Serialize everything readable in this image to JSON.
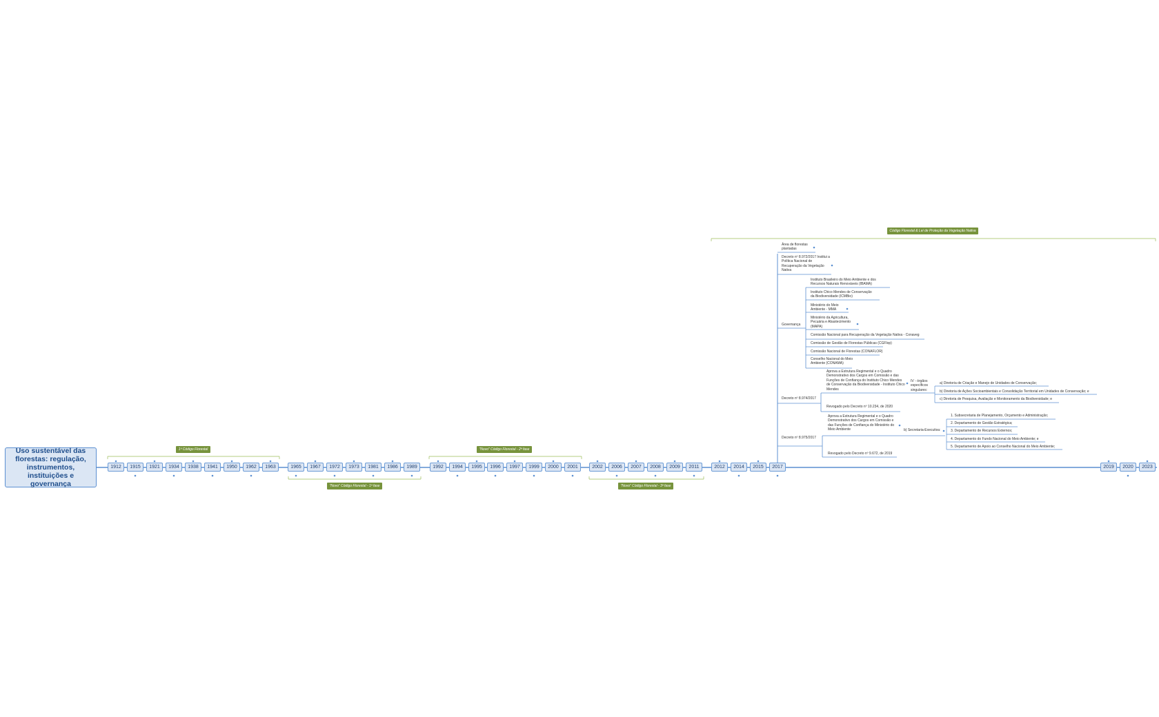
{
  "central_topic": "Uso sustentável das florestas: regulação, instrumentos, instituições e governança",
  "phases": [
    "1º Código Florestal",
    "\"Novo\" Código Florestal - 1ª fase",
    "\"Novo\" Código Florestal - 2ª fase",
    "\"Novo\" Código Florestal - 3ª fase",
    "Código Florestal & Lei de Proteção da Vegetação Nativa"
  ],
  "years": [
    "1912",
    "1915",
    "1921",
    "1934",
    "1938",
    "1941",
    "1950",
    "1962",
    "1963",
    "1965",
    "1967",
    "1972",
    "1973",
    "1981",
    "1986",
    "1989",
    "1992",
    "1994",
    "1995",
    "1996",
    "1997",
    "1999",
    "2000",
    "2001",
    "2002",
    "2006",
    "2007",
    "2008",
    "2009",
    "2011",
    "2012",
    "2014",
    "2015",
    "2017",
    "2019",
    "2020",
    "2023"
  ],
  "branch_2017": {
    "area_florestas": "Área de florestas plantadas",
    "decreto_8972": "Decreto nº 8.972/2017 Institui a Política Nacional de Recuperação da Vegetação Nativa",
    "governanca": {
      "label": "Governança",
      "items": [
        "Instituto Brasileiro do Meio Ambiente e dos Recursos Naturais Renováveis (IBAMA)",
        "Instituto Chico Mendes de Conservação da Biodiversidade (ICMBio)",
        "Ministério do Meio Ambiente - MMA",
        "Ministério da Agricultura, Pecuária e Abastecimento (MAPA)",
        "Comissão Nacional para Recuperação da Vegetação Nativa - Conaveg",
        "Comissão de Gestão de Florestas Públicas (CGFlop)",
        "Comissão Nacional de Florestas (CONAFLOR)",
        "Conselho Nacional do Meio Ambiente (CONAMA)"
      ]
    },
    "decreto_8974": {
      "label": "Decreto nº 8.974/2017",
      "aprova": "Aprova a Estrutura Regimental e o Quadro Demonstrativo dos Cargos em Comissão e das Funções de Confiança do Instituto Chico Mendes de Conservação da Biodiversidade - Instituto Chico Mendes",
      "orgaos": "IV - órgãos específicos singulares:",
      "diretorias": [
        "a) Diretoria de Criação e Manejo de Unidades de Conservação;",
        "b) Diretoria de Ações Socioambientais e Consolidação Territorial em Unidades de Conservação; e",
        "c) Diretoria de Pesquisa, Avaliação e Monitoramento da Biodiversidade; e"
      ],
      "revogado": "Revogado pelo Decreto nº 10.234, de 2020"
    },
    "decreto_8975": {
      "label": "Decreto nº 8.975/2017",
      "aprova": "Aprova a Estrutura Regimental e o Quadro Demonstrativo dos Cargos em Comissão e das Funções de Confiança do Ministério do Meio Ambiente",
      "secretaria": "b) Secretaria-Executiva:",
      "itens": [
        "1. Subsecretaria de Planejamento, Orçamento e Administração;",
        "2. Departamento de Gestão Estratégica;",
        "3. Departamento de Recursos Externos;",
        "4. Departamento do Fundo Nacional do Meio Ambiente; e",
        "5. Departamento de Apoio ao Conselho Nacional do Meio Ambiente;"
      ],
      "revogado": "Revogado pelo Decreto nº 9.672, de 2019"
    }
  },
  "colors": {
    "line": "#5b8fd1",
    "phase": "#77933c",
    "bracket": "#9bbb59",
    "node_fill": "#dce6f4"
  }
}
